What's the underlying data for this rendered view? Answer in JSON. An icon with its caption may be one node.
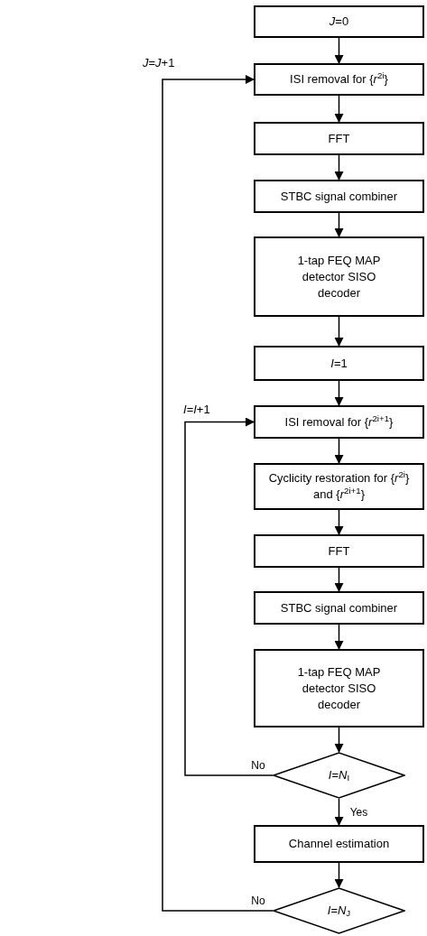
{
  "diagram": {
    "nodes": [
      {
        "text": [
          "*J*=0"
        ]
      },
      {
        "text": [
          "ISI removal for {*r*$^{2i}$}"
        ]
      },
      {
        "text": [
          "FFT"
        ]
      },
      {
        "text": [
          "STBC signal combiner"
        ]
      },
      {
        "text": [
          "1-tap FEQ MAP detector SISO decoder"
        ]
      },
      {
        "text": [
          "*I*=1"
        ]
      },
      {
        "text": [
          "ISI removal for {*r*$^{2i+1}$}"
        ]
      },
      {
        "text": [
          "Cyclicity restoration for {*r*$^{2i}$} and {*r*$^{2i+1}$}"
        ]
      },
      {
        "text": [
          "FFT"
        ]
      },
      {
        "text": [
          "STBC signal combiner"
        ]
      },
      {
        "text": [
          "1-tap FEQ MAP detector SISO decoder"
        ]
      },
      {
        "text": [
          "*I*=*N*$_{I}$"
        ]
      },
      {
        "text": [
          "Channel estimation"
        ]
      },
      {
        "text": [
          "*I*=*N*$_{J}$"
        ]
      }
    ],
    "edges": [
      {
        "from": 0,
        "to": 1,
        "arrow": "to"
      },
      {
        "from": 1,
        "to": 2,
        "arrow": "to"
      },
      {
        "from": 2,
        "to": 3,
        "arrow": "to"
      },
      {
        "from": 3,
        "to": 4,
        "arrow": "to"
      },
      {
        "from": 4,
        "to": 5,
        "arrow": "to"
      },
      {
        "from": 5,
        "to": 6,
        "arrow": "to"
      },
      {
        "from": 6,
        "to": 7,
        "arrow": "to"
      },
      {
        "from": 7,
        "to": 8,
        "arrow": "to"
      },
      {
        "from": 8,
        "to": 9,
        "arrow": "to"
      },
      {
        "from": 9,
        "to": 10,
        "arrow": "to"
      },
      {
        "from": 10,
        "to": 11,
        "arrow": "to"
      },
      {
        "from": 11,
        "to": 12,
        "arrow": "to",
        "label": "Yes"
      },
      {
        "from": 12,
        "to": 13,
        "arrow": "to"
      },
      {
        "from": 11,
        "to": 6,
        "arrow": "to",
        "label": "No"
      },
      {
        "from": 13,
        "to": 1,
        "arrow": "to",
        "label": "No"
      }
    ],
    "labels": [
      "*J*=*J*+1",
      "*I*=*I*+1"
    ]
  }
}
